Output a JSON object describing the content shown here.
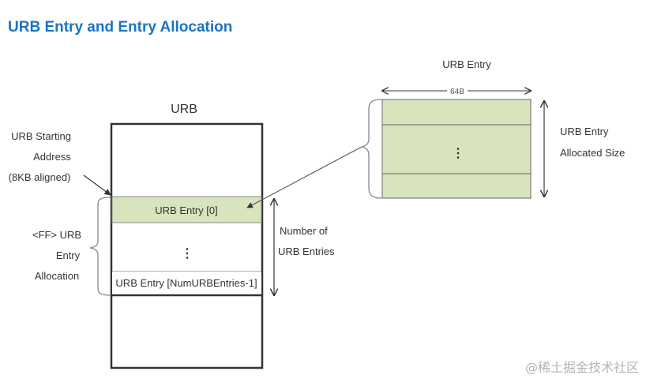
{
  "title": "URB Entry and Entry Allocation",
  "urb": {
    "label": "URB",
    "entry0": "URB Entry [0]",
    "entry_last": "URB Entry [NumURBEntries-1]",
    "ellipsis": "⋮"
  },
  "left_labels": {
    "start_line1": "URB Starting",
    "start_line2": "Address",
    "start_line3": "(8KB aligned)",
    "alloc_line1": "<FF> URB",
    "alloc_line2": "Entry",
    "alloc_line3": "Allocation"
  },
  "count_label": {
    "line1": "Number of",
    "line2": "URB Entries"
  },
  "entry_detail": {
    "label": "URB Entry",
    "width_label": "64B",
    "ellipsis": "⋮",
    "size_line1": "URB Entry",
    "size_line2": "Allocated Size"
  },
  "watermark": "@稀土掘金技术社区",
  "colors": {
    "title": "#1b73c4",
    "entry_fill": "#d8e4bc",
    "stroke": "#333333"
  }
}
